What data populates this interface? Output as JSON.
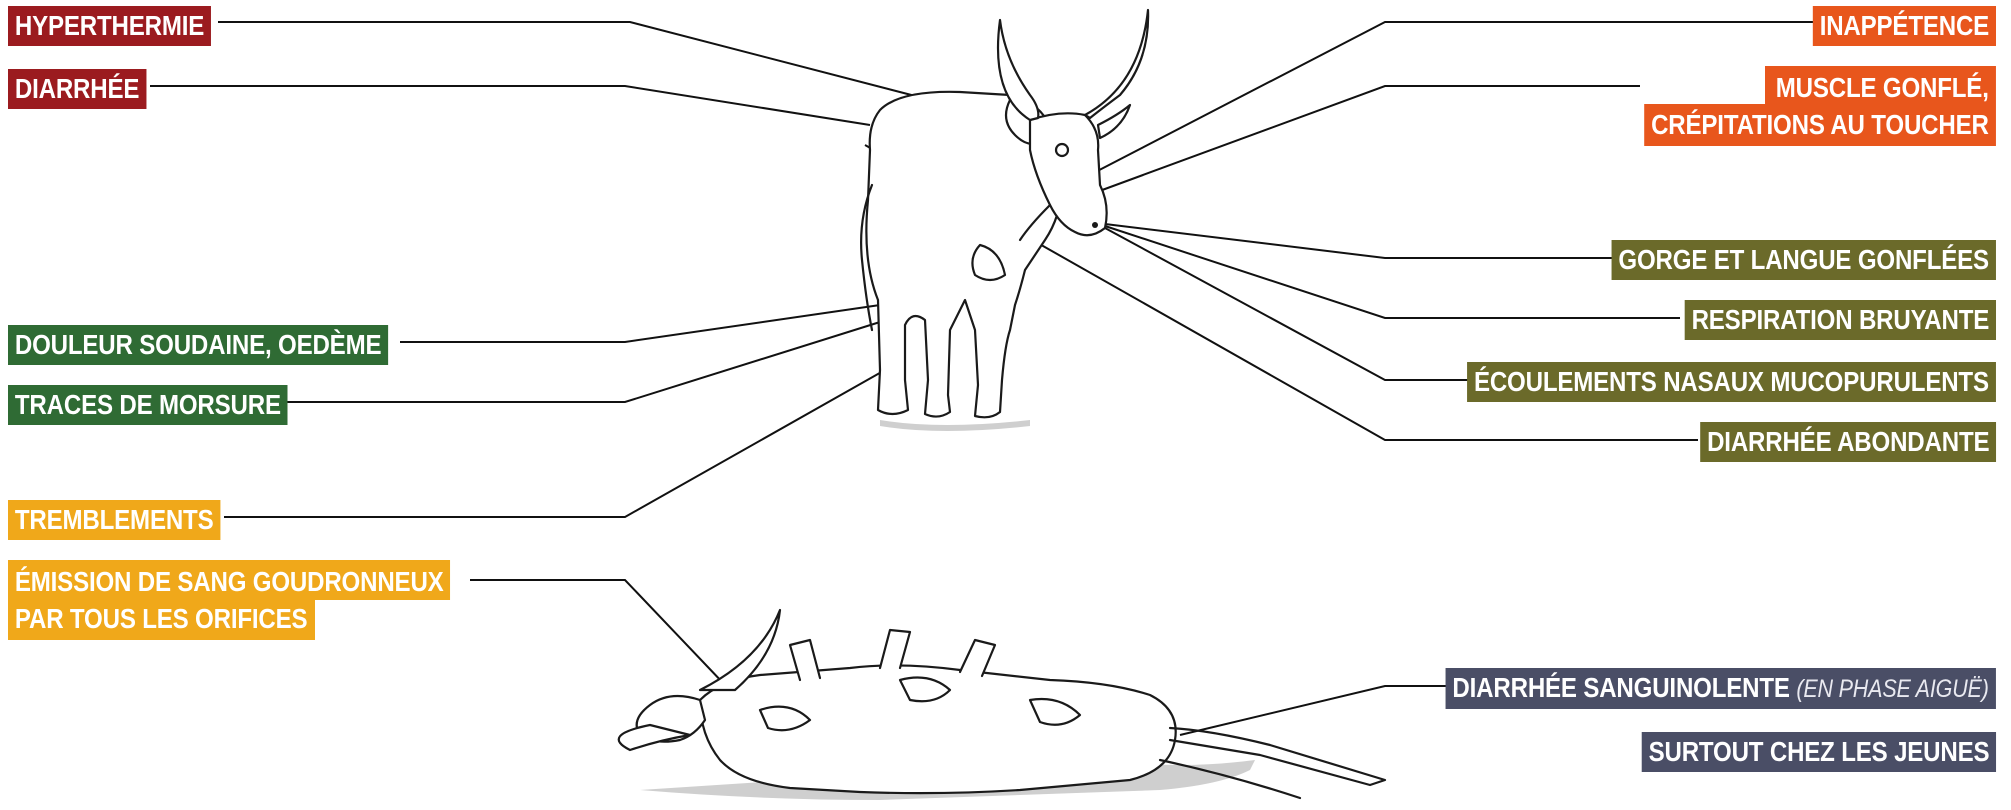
{
  "colors": {
    "dark_red": "#9b1b1f",
    "orange": "#e8561c",
    "olive": "#6b6a2a",
    "green": "#2f6b34",
    "yellow": "#f0a81a",
    "slate": "#4a4e66",
    "line": "#111111"
  },
  "labels": {
    "hyperthermie": "HYPERTHERMIE",
    "diarrhee": "DIARRHÉE",
    "inappetence": "INAPPÉTENCE",
    "muscle_line1": "MUSCLE GONFLÉ,",
    "muscle_line2": "CRÉPITATIONS AU TOUCHER",
    "gorge": "GORGE ET LANGUE GONFLÉES",
    "respiration": "RESPIRATION BRUYANTE",
    "ecoulements": "ÉCOULEMENTS NASAUX MUCOPURULENTS",
    "diarrhee_abondante": "DIARRHÉE ABONDANTE",
    "douleur": "DOULEUR SOUDAINE, OEDÈME",
    "morsure": "TRACES DE MORSURE",
    "tremblements": "TREMBLEMENTS",
    "emission_line1": "ÉMISSION DE SANG GOUDRONNEUX",
    "emission_line2": "PAR TOUS LES ORIFICES",
    "sanguinolente": "DIARRHÉE SANGUINOLENTE",
    "sanguinolente_note": "(EN PHASE AIGUË)",
    "jeunes": "SURTOUT CHEZ LES JEUNES"
  },
  "illustrations": [
    "standing-cow-icon",
    "dead-cow-icon"
  ]
}
